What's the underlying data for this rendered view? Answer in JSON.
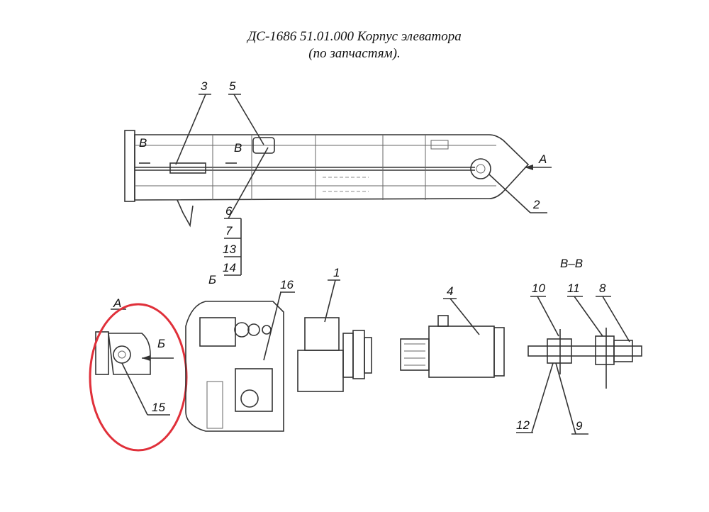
{
  "title": {
    "line1": "ДС-1686 51.01.000 Корпус элеватора",
    "line2": "(по запчастям)."
  },
  "callouts": {
    "n1": "1",
    "n2": "2",
    "n3": "3",
    "n4": "4",
    "n5": "5",
    "n6": "6",
    "n7": "7",
    "n8": "8",
    "n9": "9",
    "n10": "10",
    "n11": "11",
    "n12": "12",
    "n13": "13",
    "n14": "14",
    "n15": "15",
    "n16": "16"
  },
  "view_marks": {
    "v_left": "В",
    "v_mid": "В",
    "a_arrow": "А",
    "a_view": "А",
    "b_arrow": "Б",
    "b_view": "Б",
    "section": "В–В"
  },
  "colors": {
    "highlight_circle": "#e0303a",
    "line": "#333333"
  }
}
